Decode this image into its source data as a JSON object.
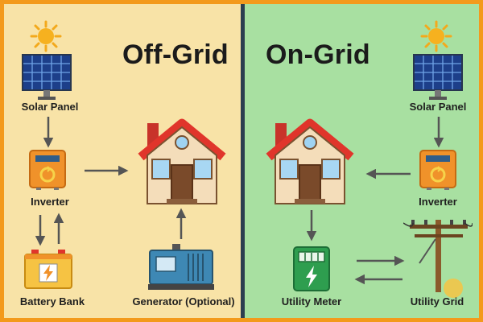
{
  "titles": {
    "off_grid": "Off-Grid",
    "on_grid": "On-Grid"
  },
  "off_grid": {
    "solar_panel": "Solar Panel",
    "inverter": "Inverter",
    "battery_bank": "Battery Bank",
    "generator": "Generator (Optional)"
  },
  "on_grid": {
    "solar_panel": "Solar Panel",
    "inverter": "Inverter",
    "utility_meter": "Utility Meter",
    "utility_grid": "Utility Grid"
  },
  "colors": {
    "border": "#f39a1c",
    "off_grid_bg": "#f8e3a7",
    "on_grid_bg": "#a8e0a1",
    "divider": "#2c3e50",
    "arrow": "#555555",
    "roof": "#e0352b",
    "inverter": "#f0922a"
  },
  "icons": [
    "sun-icon",
    "solar-panel-icon",
    "inverter-icon",
    "battery-icon",
    "house-icon",
    "generator-icon",
    "utility-meter-icon",
    "utility-pole-icon"
  ]
}
